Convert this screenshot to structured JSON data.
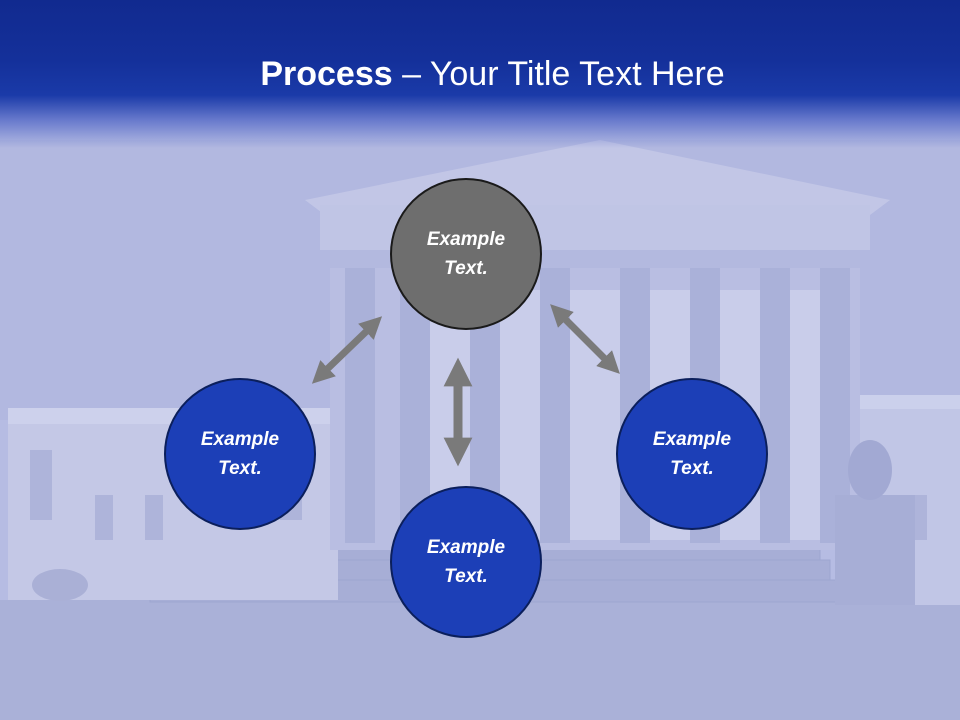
{
  "slide": {
    "title_bold": "Process",
    "title_rest": " – Your Title Text Here"
  },
  "diagram": {
    "nodes": [
      {
        "id": "top",
        "line1": "Example",
        "line2": "Text.",
        "color": "#6e6e6e"
      },
      {
        "id": "left",
        "line1": "Example",
        "line2": "Text.",
        "color": "#1c3fb7"
      },
      {
        "id": "right",
        "line1": "Example",
        "line2": "Text.",
        "color": "#1c3fb7"
      },
      {
        "id": "bottom",
        "line1": "Example",
        "line2": "Text.",
        "color": "#1c3fb7"
      }
    ],
    "arrow_color": "#7a7a7a"
  },
  "colors": {
    "title_bar": "#14309a",
    "background": "#b7bde3"
  }
}
